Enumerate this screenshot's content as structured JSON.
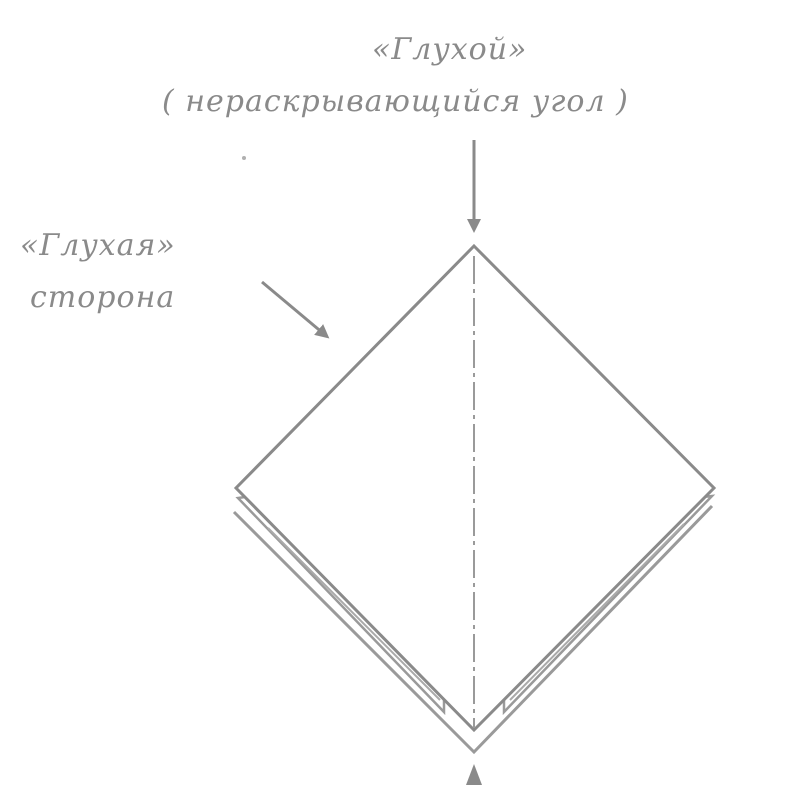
{
  "labels": {
    "closed_corner_title": "«Глухой»",
    "closed_corner_note": "( нераскрывающийся угол )",
    "closed_side_title": "«Глухая»",
    "closed_side_word": "сторона"
  },
  "colors": {
    "ink": "#8a8a8a",
    "background": "#ffffff"
  }
}
